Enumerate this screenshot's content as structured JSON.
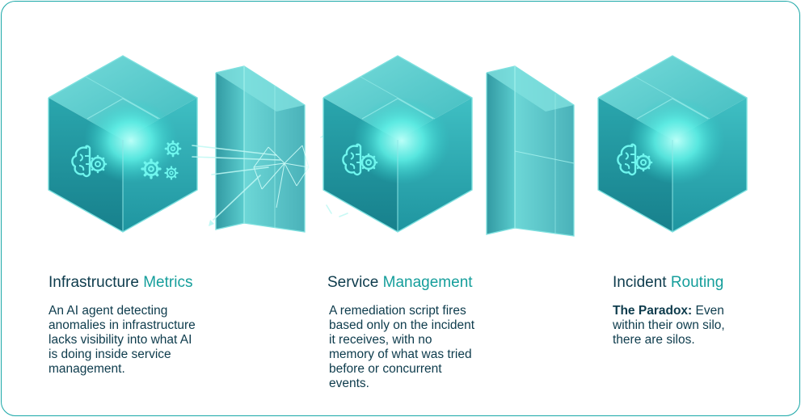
{
  "columns": [
    {
      "title_main": "Infrastructure",
      "title_accent": "Metrics",
      "desc_lines": [
        "An AI agent detecting",
        "anomalies in infrastructure",
        "lacks visibility into what AI",
        "is doing inside service",
        "management."
      ]
    },
    {
      "title_main": "Service",
      "title_accent": "Management",
      "desc_lines": [
        "A remediation script fires",
        "based only on the incident",
        "it receives, with no",
        "memory of what was tried",
        "before or concurrent",
        "events."
      ]
    },
    {
      "title_main": "Incident",
      "title_accent": "Routing",
      "desc_bold": "The Paradox:",
      "desc_lines": [
        "Even",
        "within their own silo,",
        "there are silos."
      ]
    }
  ],
  "icons": {
    "cube_1": [
      "brain-icon",
      "gear-icon"
    ],
    "cube_2": [
      "brain-icon"
    ],
    "cube_3": [
      "brain-icon"
    ]
  },
  "colors": {
    "accent": "#159e9b",
    "text_dark": "#0d3b4c",
    "glass": "#29b3b7",
    "glow": "#6ff6ee",
    "border": "#1aa7a7"
  }
}
